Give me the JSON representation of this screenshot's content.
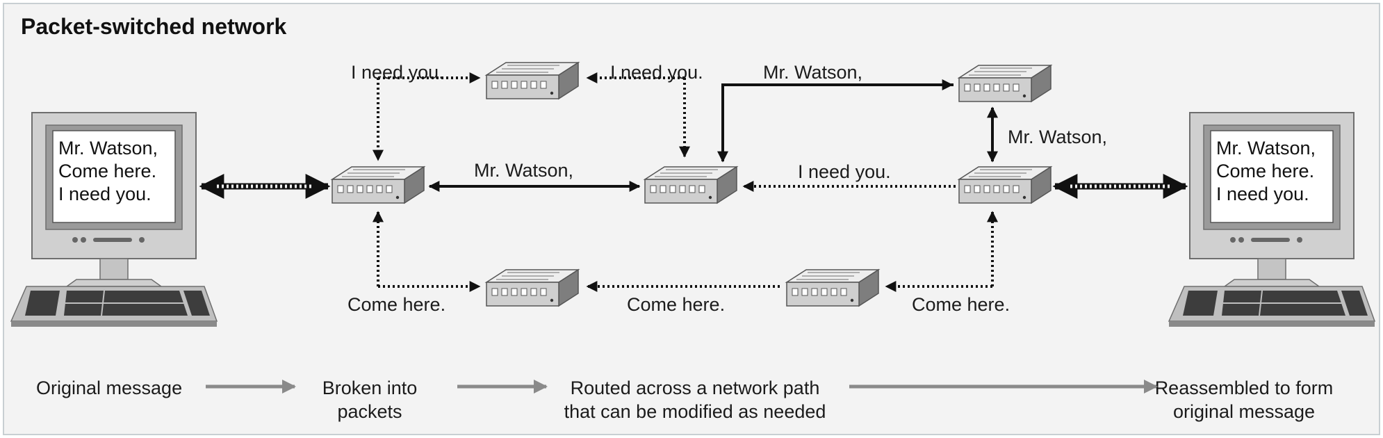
{
  "title": "Packet-switched network",
  "screen_message": [
    "Mr. Watson,",
    "Come here.",
    "I need you."
  ],
  "packet_labels": {
    "top_left": "I need you.",
    "top_mid": "I need you.",
    "top_right": "Mr. Watson,",
    "center_left": "Mr. Watson,",
    "center_right": "I need you.",
    "right_vertical": "Mr. Watson,",
    "bottom_left": "Come here.",
    "bottom_mid": "Come here.",
    "bottom_right": "Come here."
  },
  "flow_steps": [
    [
      "Original message"
    ],
    [
      "Broken into",
      "packets"
    ],
    [
      "Routed across a network path",
      "that can be modified as needed"
    ],
    [
      "Reassembled to form",
      "original message"
    ]
  ],
  "colors": {
    "background": "#f3f3f3",
    "border": "#c8cfd2",
    "arrow": "#111111",
    "flow_arrow": "#8a8a8a"
  }
}
